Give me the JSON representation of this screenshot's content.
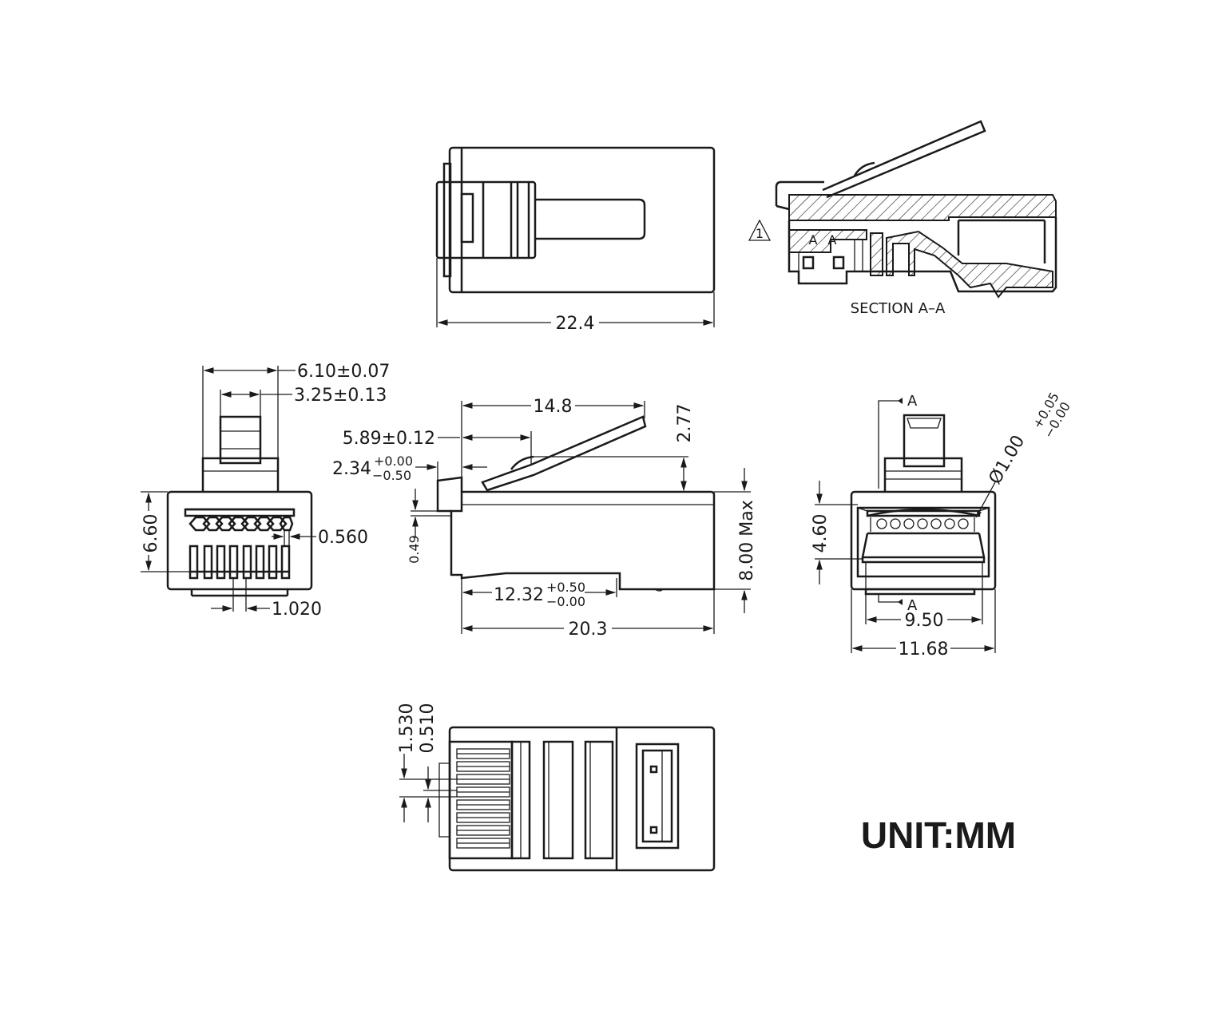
{
  "top_view": {
    "length_dim": "22.4"
  },
  "section_view": {
    "label": "SECTION A–A",
    "section_marks": [
      "A",
      "A"
    ],
    "note_flag": "1"
  },
  "front_view": {
    "width_outer": "6.10±0.07",
    "width_inner": "3.25±0.13",
    "height": "6.60",
    "contact_width": "0.560",
    "pitch": "1.020"
  },
  "side_view": {
    "latch_length": "14.8",
    "latch_height": "2.77",
    "latch_offset": "5.89±0.12",
    "tip_base": "2.34",
    "tip_tol_upper": "+0.00",
    "tip_tol_lower": "−0.50",
    "step_dim": "0.49",
    "body_base": "12.32",
    "body_tol_upper": "+0.50",
    "body_tol_lower": "−0.00",
    "overall_length": "20.3",
    "max_height": "8.00 Max"
  },
  "rear_view": {
    "section_mark_top": "A",
    "section_mark_bottom": "A",
    "hole_diameter": "Ø1.00",
    "hole_tol_upper": "+0.05",
    "hole_tol_lower": "−0.00",
    "opening_height": "4.60",
    "inner_width": "9.50",
    "outer_width": "11.68"
  },
  "bottom_view": {
    "dim_a": "1.530",
    "dim_b": "0.510"
  },
  "unit_label": "UNIT:MM"
}
